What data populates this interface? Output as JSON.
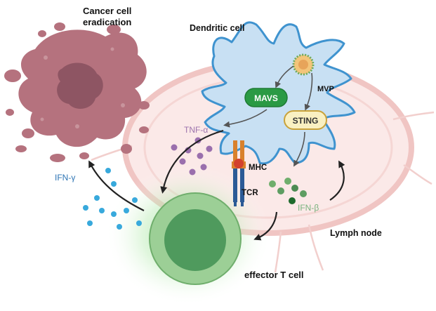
{
  "labels": {
    "cancer_line1": "Cancer cell",
    "cancer_line2": "eradication",
    "dendritic": "Dendritic cell",
    "mavs": "MAVS",
    "mvp": "MVP",
    "sting": "STING",
    "tnf": "TNF-α",
    "mhc": "MHC",
    "tcr": "TCR",
    "ifn_gamma": "IFN-γ",
    "ifn_beta": "IFN-β",
    "lymph_node": "Lymph node",
    "effector": "effector T cell"
  },
  "colors": {
    "cancer_cell": "#b5727e",
    "cancer_nucleus": "#8e5563",
    "dendritic_fill": "#c8e0f3",
    "dendritic_stroke": "#3f93cf",
    "mavs_fill": "#2a9a44",
    "sting_fill": "#f9f0c2",
    "sting_stroke": "#c9a23a",
    "lymph_node": "#f3cfcd",
    "t_cell_outer": "#9ccf96",
    "t_cell_inner": "#4f9a5d",
    "tnf_text": "#9d74ad",
    "ifn_gamma_text": "#2d74b4",
    "ifn_beta_text": "#7ab37f",
    "mhc_color": "#d9812c",
    "tcr_color": "#2b5a96"
  }
}
